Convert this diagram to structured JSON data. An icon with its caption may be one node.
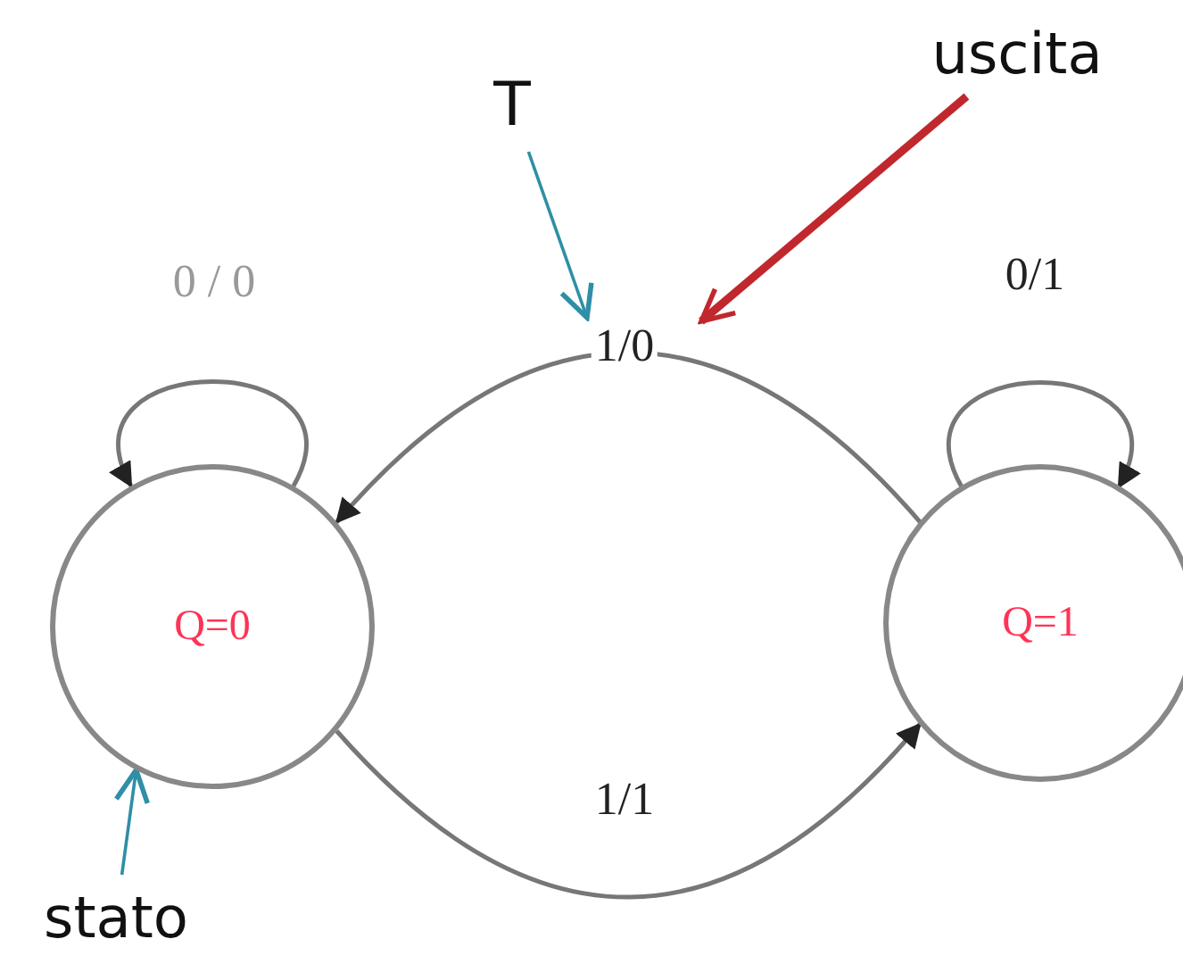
{
  "diagram": {
    "nodes": [
      {
        "text": [
          "T"
        ]
      },
      {
        "text": [
          "uscita"
        ]
      },
      {
        "text": [
          "Q=0"
        ]
      },
      {
        "text": [
          "Q=1"
        ]
      },
      {
        "text": [
          "stato"
        ]
      }
    ],
    "edges": [
      {
        "from": 2,
        "to": 2,
        "arrow": "to",
        "label": "0 / 0"
      },
      {
        "from": 3,
        "to": 2,
        "arrow": "to",
        "label": "1/0"
      },
      {
        "from": 3,
        "to": 3,
        "arrow": "to",
        "label": "0/1"
      },
      {
        "from": 2,
        "to": 3,
        "arrow": "to",
        "label": "1/1"
      },
      {
        "from": 0,
        "to": null,
        "arrow": "to",
        "color": "#2e8fa6"
      },
      {
        "from": 1,
        "to": null,
        "arrow": "to",
        "style": "thick",
        "color": "#c0282d"
      },
      {
        "from": 4,
        "to": 2,
        "arrow": "to",
        "color": "#2e8fa6"
      }
    ]
  }
}
